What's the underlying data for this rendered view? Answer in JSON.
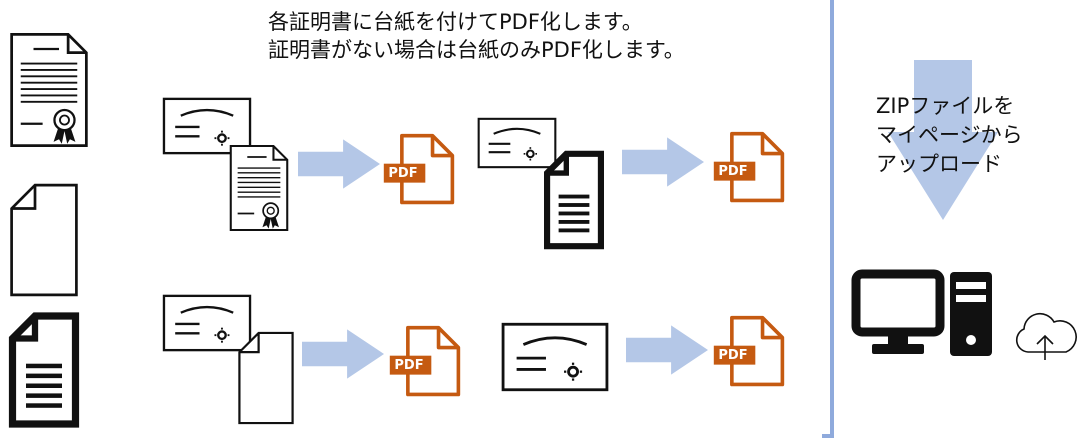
{
  "heading": {
    "line1": "各証明書に台紙を付けてPDF化します。",
    "line2": "証明書がない場合は台紙のみPDF化します。"
  },
  "upload_note": {
    "line1": "ZIPファイルを",
    "line2": "マイページから",
    "line3": "アップロード"
  },
  "pdf_badge": "PDF",
  "colors": {
    "pdf_orange": "#c55a11",
    "arrow_blue": "#b4c7e7",
    "divider_blue": "#8faadc",
    "ink": "#111111"
  },
  "icons": [
    "certificate-icon",
    "blank-document-icon",
    "text-document-icon",
    "mount-card-icon",
    "pdf-file-icon",
    "arrow-right-icon",
    "arrow-down-icon",
    "desktop-computer-icon",
    "cloud-upload-icon"
  ]
}
